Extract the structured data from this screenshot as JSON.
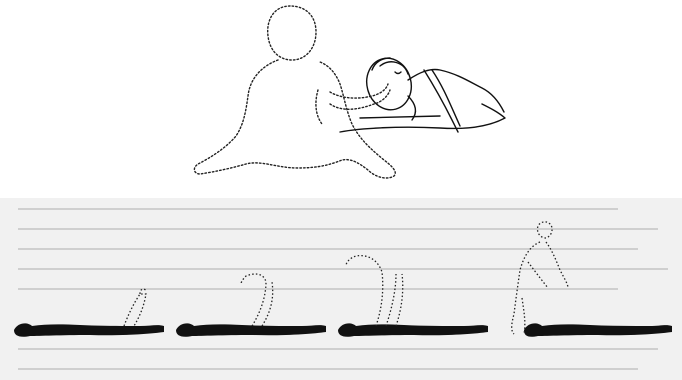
{
  "scene": {
    "top_panel": {
      "figures": [
        "seated-helper-outline",
        "lying-person-with-pillow"
      ]
    },
    "bottom_panel": {
      "sequence_steps": 4,
      "figures": [
        "lying-figure-leg-raised-low",
        "lying-figure-leg-raised-arc",
        "lying-figure-leg-raised-high",
        "lying-figure-with-standing-helper"
      ]
    }
  },
  "colors": {
    "ink": "#111111",
    "paper": "#ffffff",
    "strip_background": "#f1f1f1",
    "dotted_outline": "#222222"
  }
}
